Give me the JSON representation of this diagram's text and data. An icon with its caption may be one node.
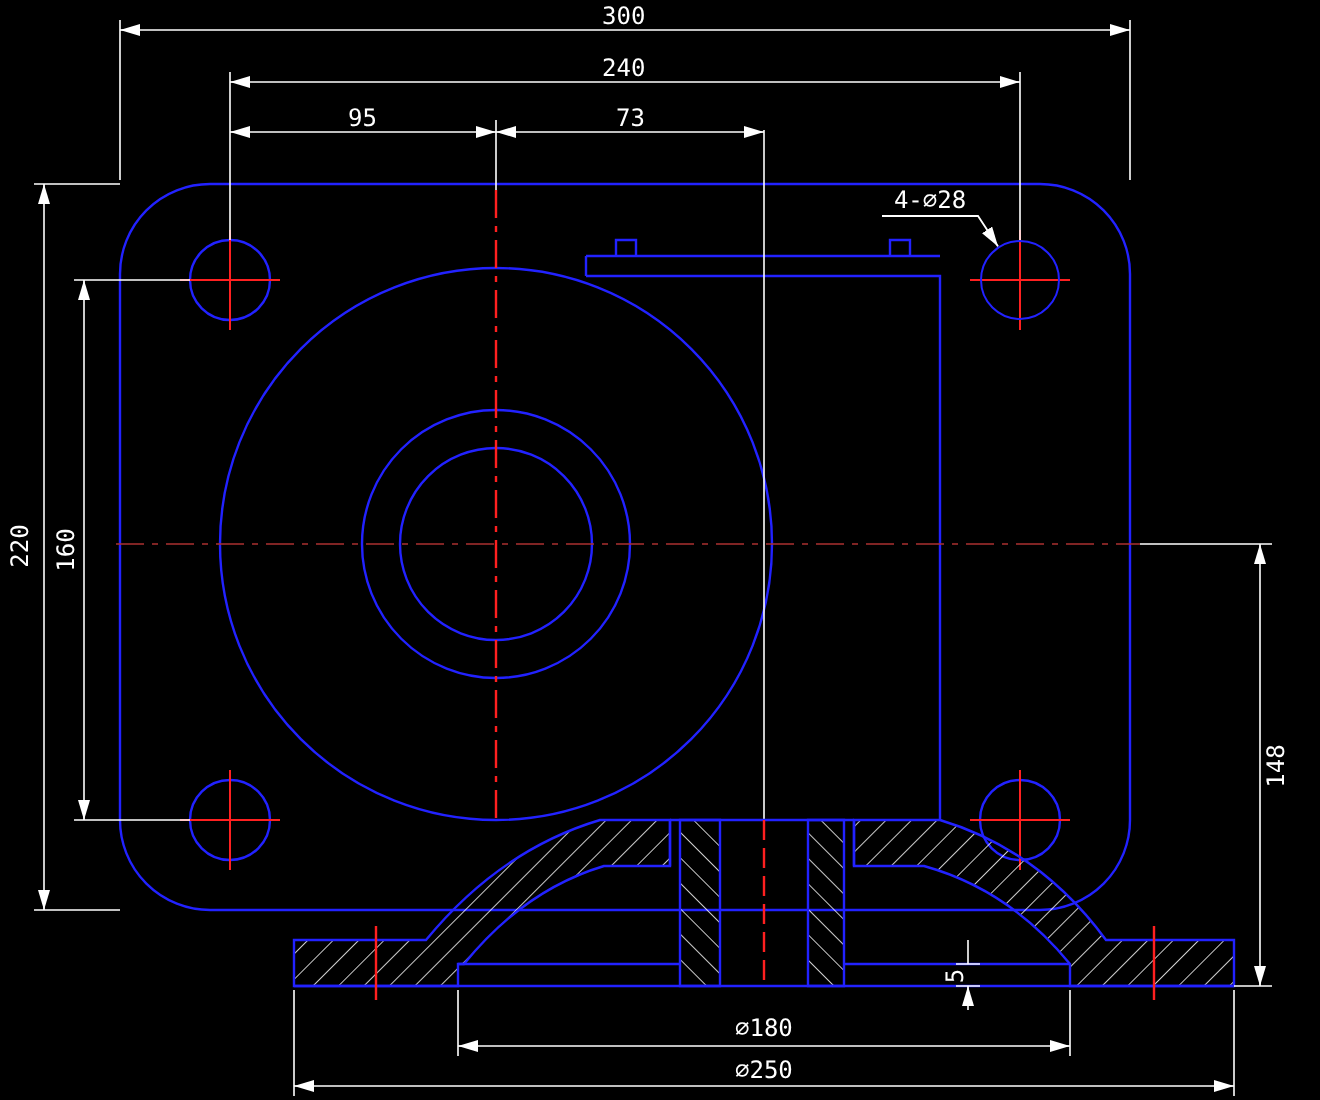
{
  "diagram": {
    "nodes": [
      {
        "text": [
          "4-⌀28"
        ]
      },
      {
        "text": [],
        "shape": "circle"
      }
    ],
    "edges": [
      {
        "from": 0,
        "to": 1,
        "arrow": "to"
      }
    ],
    "labels": [
      "300",
      "240",
      "95",
      "73",
      "220",
      "160",
      "148",
      "5",
      "⌀180",
      "⌀250"
    ]
  }
}
